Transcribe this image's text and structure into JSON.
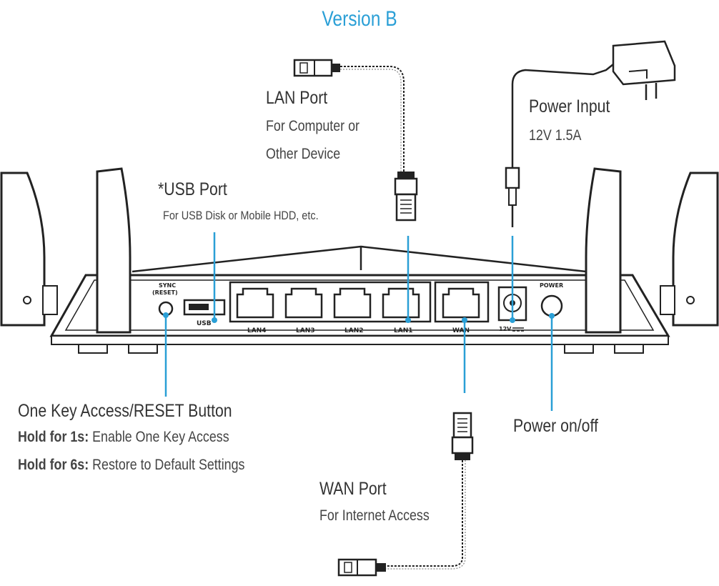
{
  "title": "Version B",
  "lan_callout": {
    "name": "LAN Port",
    "line1": "For Computer or",
    "line2": "Other Device"
  },
  "power_input_callout": {
    "name": "Power Input",
    "spec": "12V 1.5A"
  },
  "usb_callout": {
    "name": "*USB Port",
    "desc": "For USB Disk or Mobile HDD, etc."
  },
  "reset_callout": {
    "name": "One Key Access/RESET Button",
    "hold1_bold": "Hold for 1s:",
    "hold1_text": " Enable One Key Access",
    "hold6_bold": "Hold for 6s:",
    "hold6_text": " Restore to Default Settings"
  },
  "power_button_callout": {
    "name": "Power on/off"
  },
  "wan_callout": {
    "name": "WAN Port",
    "desc": "For Internet Access"
  },
  "panel_labels": {
    "sync_line1": "SYNC",
    "sync_line2": "(RESET)",
    "usb": "USB",
    "lan4": "LAN4",
    "lan3": "LAN3",
    "lan2": "LAN2",
    "lan1": "LAN1",
    "wan": "WAN",
    "dc": "12V",
    "power": "POWER"
  },
  "colors": {
    "accent": "#2a9fd6",
    "outline": "#222222"
  }
}
